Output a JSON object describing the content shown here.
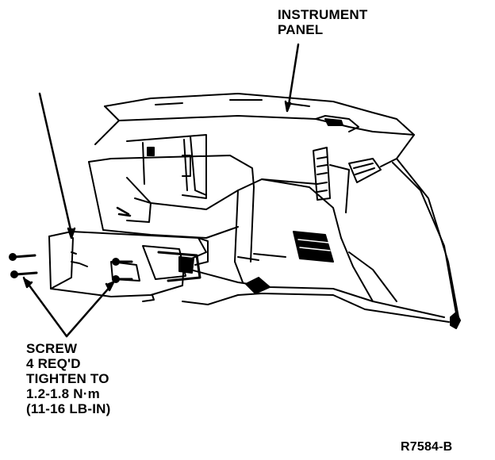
{
  "labels": {
    "instrument_panel": [
      "INSTRUMENT",
      "PANEL"
    ],
    "screw_callout": [
      "SCREW",
      "4 REQ'D",
      "TIGHTEN TO",
      "1.2-1.8 N·m",
      "(11-16 LB-IN)"
    ],
    "figure_code": "R7584-B"
  },
  "colors": {
    "ink": "#000000",
    "paper": "#ffffff"
  }
}
